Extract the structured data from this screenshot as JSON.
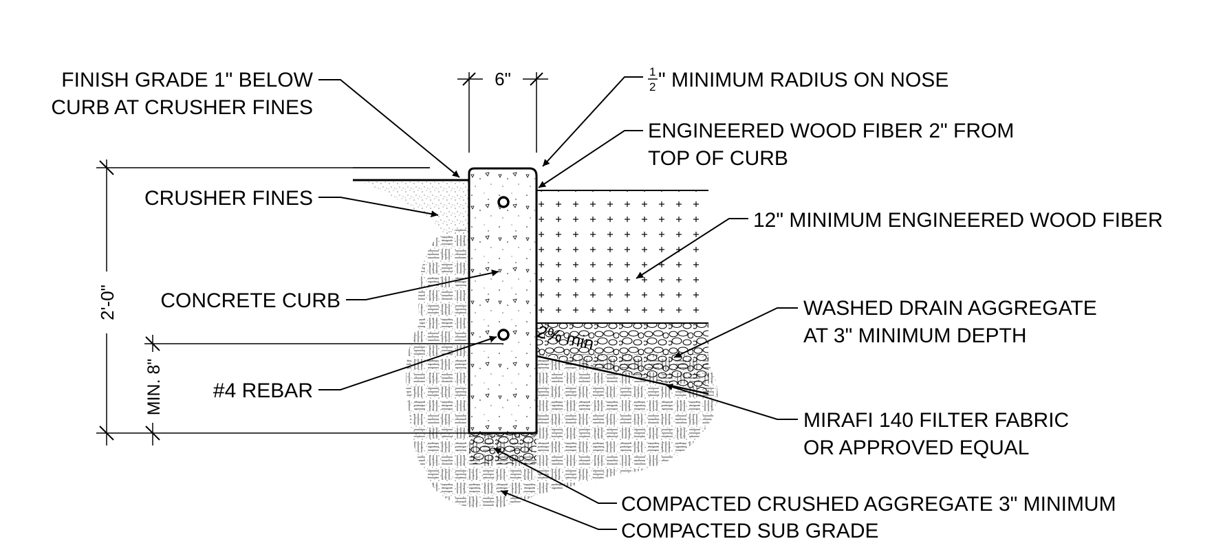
{
  "colors": {
    "ink": "#000000",
    "background": "#ffffff",
    "soil_stipple": "#bdbdbd"
  },
  "dimensions": {
    "curb_width": "6\"",
    "overall_height": "2'-0\"",
    "embed_depth": "MIN. 8\"",
    "slope": "2% min"
  },
  "labels": {
    "finish_grade_line1": "FINISH GRADE 1\" BELOW",
    "finish_grade_line2": "CURB AT CRUSHER FINES",
    "radius_fraction_num": "1",
    "radius_fraction_den": "2",
    "radius_text": "\" MINIMUM RADIUS ON NOSE",
    "wood_fiber_top_line1": "ENGINEERED WOOD FIBER 2\" FROM",
    "wood_fiber_top_line2": "TOP OF CURB",
    "crusher_fines": "CRUSHER FINES",
    "wood_fiber_depth": "12\" MINIMUM ENGINEERED WOOD FIBER",
    "concrete_curb": "CONCRETE CURB",
    "drain_aggregate_line1": "WASHED DRAIN AGGREGATE",
    "drain_aggregate_line2": "AT 3\" MINIMUM DEPTH",
    "rebar": "#4 REBAR",
    "filter_fabric_line1": "MIRAFI 140 FILTER FABRIC",
    "filter_fabric_line2": "OR APPROVED EQUAL",
    "crushed_aggregate": "COMPACTED CRUSHED AGGREGATE  3\" MINIMUM",
    "sub_grade": "COMPACTED SUB GRADE"
  }
}
